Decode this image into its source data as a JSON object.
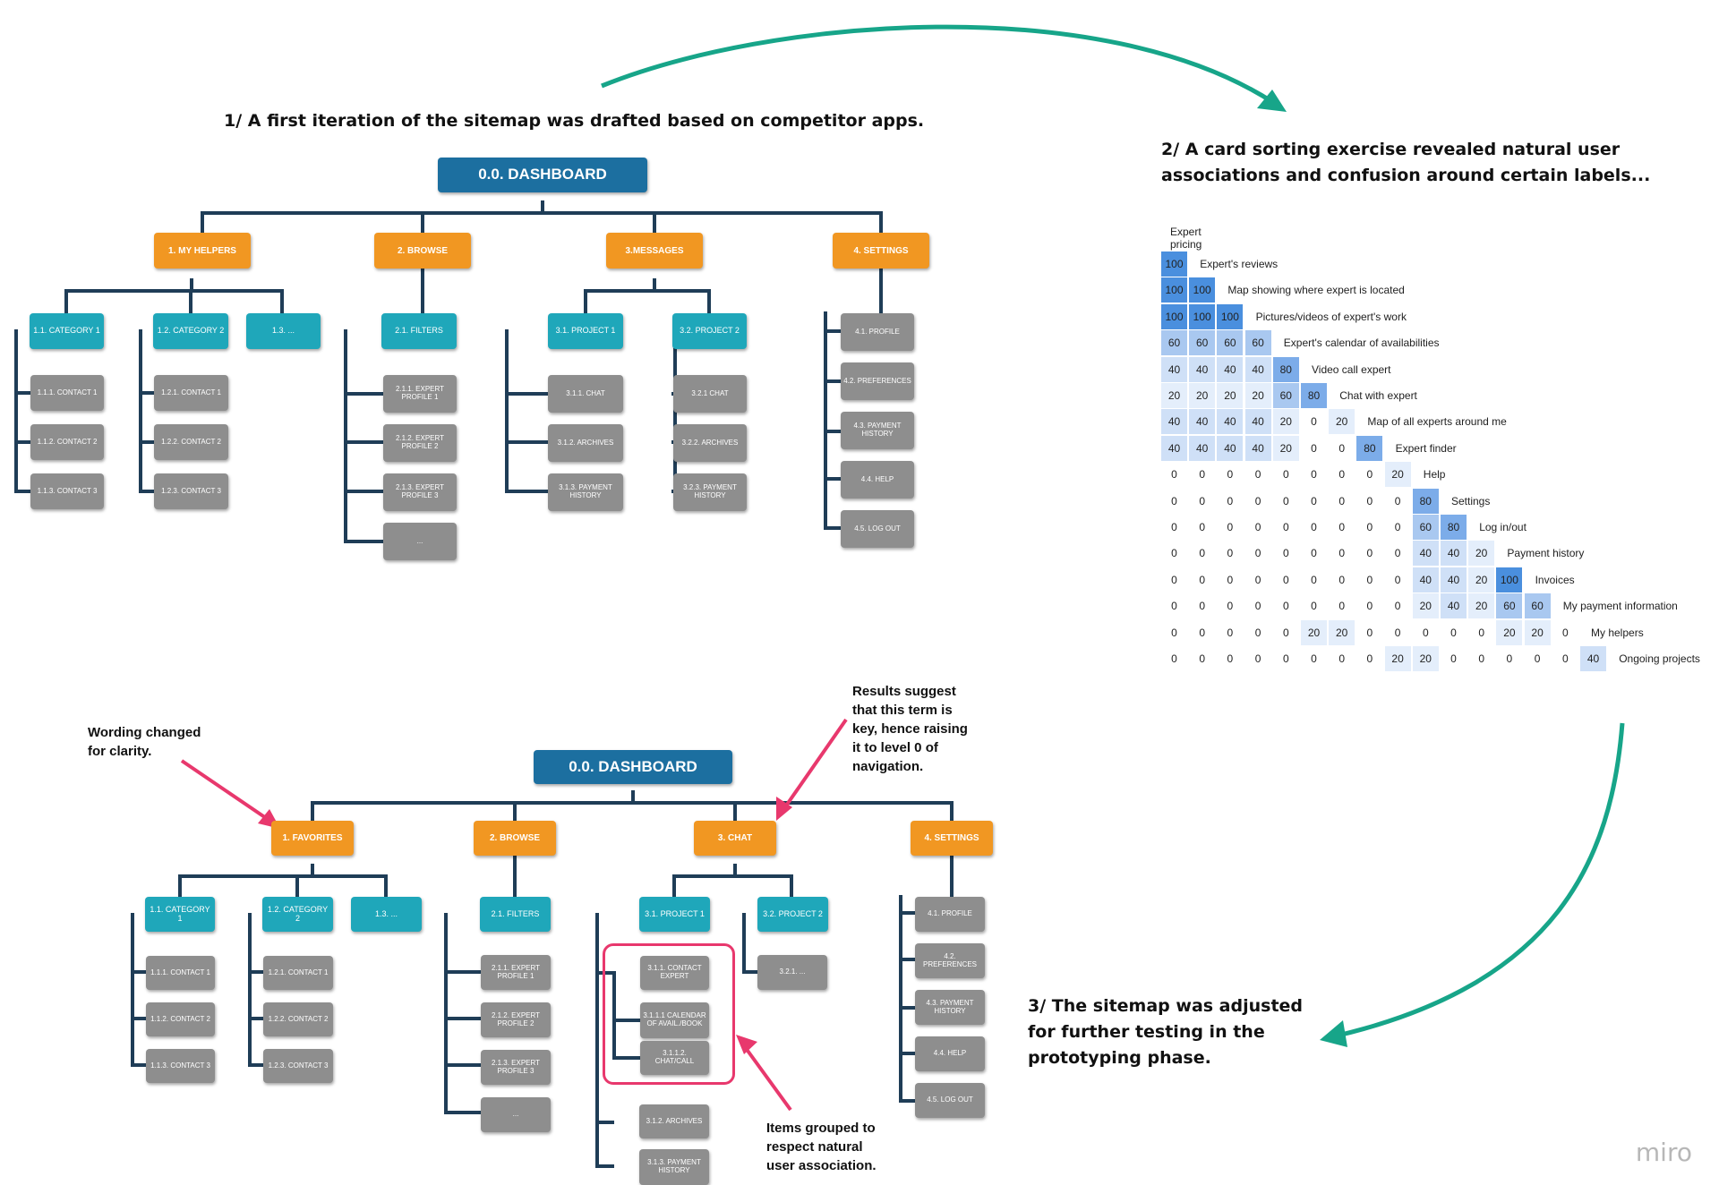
{
  "steps": {
    "step1": "1/ A first iteration of the sitemap was drafted based on competitor apps.",
    "step2": "2/ A card sorting exercise revealed natural user\nassociations and confusion around certain labels...",
    "step3": "3/ The sitemap was adjusted\nfor further testing in the\nprototyping phase."
  },
  "sitemap1": {
    "dashboard": "0.0. DASHBOARD",
    "level1": [
      "1. MY HELPERS",
      "2. BROWSE",
      "3.MESSAGES",
      "4. SETTINGS"
    ],
    "cat1": "1.1. CATEGORY 1",
    "cat1_items": [
      "1.1.1. CONTACT 1",
      "1.1.2. CONTACT 2",
      "1.1.3. CONTACT 3"
    ],
    "cat2": "1.2. CATEGORY 2",
    "cat2_items": [
      "1.2.1. CONTACT 1",
      "1.2.2. CONTACT 2",
      "1.2.3. CONTACT 3"
    ],
    "cat3": "1.3. ...",
    "filters": "2.1. FILTERS",
    "filter_items": [
      "2.1.1. EXPERT\nPROFILE 1",
      "2.1.2. EXPERT\nPROFILE 2",
      "2.1.3. EXPERT\nPROFILE 3",
      "..."
    ],
    "project1": "3.1. PROJECT 1",
    "project1_items": [
      "3.1.1. CHAT",
      "3.1.2. ARCHIVES",
      "3.1.3. PAYMENT\nHISTORY"
    ],
    "project2": "3.2. PROJECT 2",
    "project2_items": [
      "3.2.1 CHAT",
      "3.2.2. ARCHIVES",
      "3.2.3. PAYMENT\nHISTORY"
    ],
    "settings_items": [
      "4.1. PROFILE",
      "4.2. PREFERENCES",
      "4.3. PAYMENT\nHISTORY",
      "4.4. HELP",
      "4.5. LOG OUT"
    ]
  },
  "card_sort": {
    "top_label": "Expert pricing",
    "rows": [
      {
        "label": "Expert's reviews",
        "values": [
          100
        ]
      },
      {
        "label": "Map showing where expert is located",
        "values": [
          100,
          100
        ]
      },
      {
        "label": "Pictures/videos of expert's work",
        "values": [
          100,
          100,
          100
        ]
      },
      {
        "label": "Expert's calendar of availabilities",
        "values": [
          60,
          60,
          60,
          60
        ]
      },
      {
        "label": "Video call expert",
        "values": [
          40,
          40,
          40,
          40,
          80
        ]
      },
      {
        "label": "Chat with expert",
        "values": [
          20,
          20,
          20,
          20,
          60,
          80
        ]
      },
      {
        "label": "Map of all experts around me",
        "values": [
          40,
          40,
          40,
          40,
          20,
          0,
          20
        ]
      },
      {
        "label": "Expert finder",
        "values": [
          40,
          40,
          40,
          40,
          20,
          0,
          0,
          80
        ]
      },
      {
        "label": "Help",
        "values": [
          0,
          0,
          0,
          0,
          0,
          0,
          0,
          0,
          20
        ]
      },
      {
        "label": "Settings",
        "values": [
          0,
          0,
          0,
          0,
          0,
          0,
          0,
          0,
          0,
          80
        ]
      },
      {
        "label": "Log in/out",
        "values": [
          0,
          0,
          0,
          0,
          0,
          0,
          0,
          0,
          0,
          60,
          80
        ]
      },
      {
        "label": "Payment history",
        "values": [
          0,
          0,
          0,
          0,
          0,
          0,
          0,
          0,
          0,
          40,
          40,
          20
        ]
      },
      {
        "label": "Invoices",
        "values": [
          0,
          0,
          0,
          0,
          0,
          0,
          0,
          0,
          0,
          40,
          40,
          20,
          100
        ]
      },
      {
        "label": "My payment information",
        "values": [
          0,
          0,
          0,
          0,
          0,
          0,
          0,
          0,
          0,
          20,
          40,
          20,
          60,
          60
        ]
      },
      {
        "label": "My helpers",
        "values": [
          0,
          0,
          0,
          0,
          0,
          20,
          20,
          0,
          0,
          0,
          0,
          0,
          20,
          20,
          0
        ]
      },
      {
        "label": "Ongoing projects",
        "values": [
          0,
          0,
          0,
          0,
          0,
          0,
          0,
          0,
          20,
          20,
          0,
          0,
          0,
          0,
          0,
          40
        ]
      }
    ]
  },
  "sitemap2": {
    "dashboard": "0.0. DASHBOARD",
    "level1": [
      "1. FAVORITES",
      "2. BROWSE",
      "3. CHAT",
      "4. SETTINGS"
    ],
    "cat1": "1.1. CATEGORY 1",
    "cat1_items": [
      "1.1.1. CONTACT 1",
      "1.1.2. CONTACT 2",
      "1.1.3. CONTACT 3"
    ],
    "cat2": "1.2. CATEGORY 2",
    "cat2_items": [
      "1.2.1. CONTACT 1",
      "1.2.2. CONTACT 2",
      "1.2.3. CONTACT 3"
    ],
    "cat3": "1.3. ...",
    "filters": "2.1. FILTERS",
    "filter_items": [
      "2.1.1. EXPERT\nPROFILE 1",
      "2.1.2. EXPERT\nPROFILE 2",
      "2.1.3. EXPERT\nPROFILE 3",
      "..."
    ],
    "project1": "3.1. PROJECT 1",
    "grouped_items": [
      "3.1.1. CONTACT\nEXPERT",
      "3.1.1.1 CALENDAR\nOF AVAIL./BOOK",
      "3.1.1.2. CHAT/CALL"
    ],
    "project1_items": [
      "3.1.2. ARCHIVES",
      "3.1.3. PAYMENT\nHISTORY"
    ],
    "project2": "3.2. PROJECT 2",
    "project2_items": [
      "3.2.1. ..."
    ],
    "settings_items": [
      "4.1. PROFILE",
      "4.2. PREFERENCES",
      "4.3. PAYMENT\nHISTORY",
      "4.4. HELP",
      "4.5. LOG OUT"
    ]
  },
  "annotations": {
    "wording": "Wording changed\nfor clarity.",
    "results": "Results suggest\nthat this term is\nkey, hence raising\nit to level 0 of\nnavigation.",
    "grouped": "Items grouped to\nrespect natural\nuser association."
  },
  "logo": "miro",
  "colors": {
    "dashboard": "#1c6fa0",
    "level1": "#f19722",
    "level2": "#1fa7ba",
    "leaf": "#8e8e8e",
    "connector": "#1f3d57",
    "flow_arrow": "#17a589",
    "callout": "#e8386d",
    "heat_max": "#4a8fde"
  }
}
